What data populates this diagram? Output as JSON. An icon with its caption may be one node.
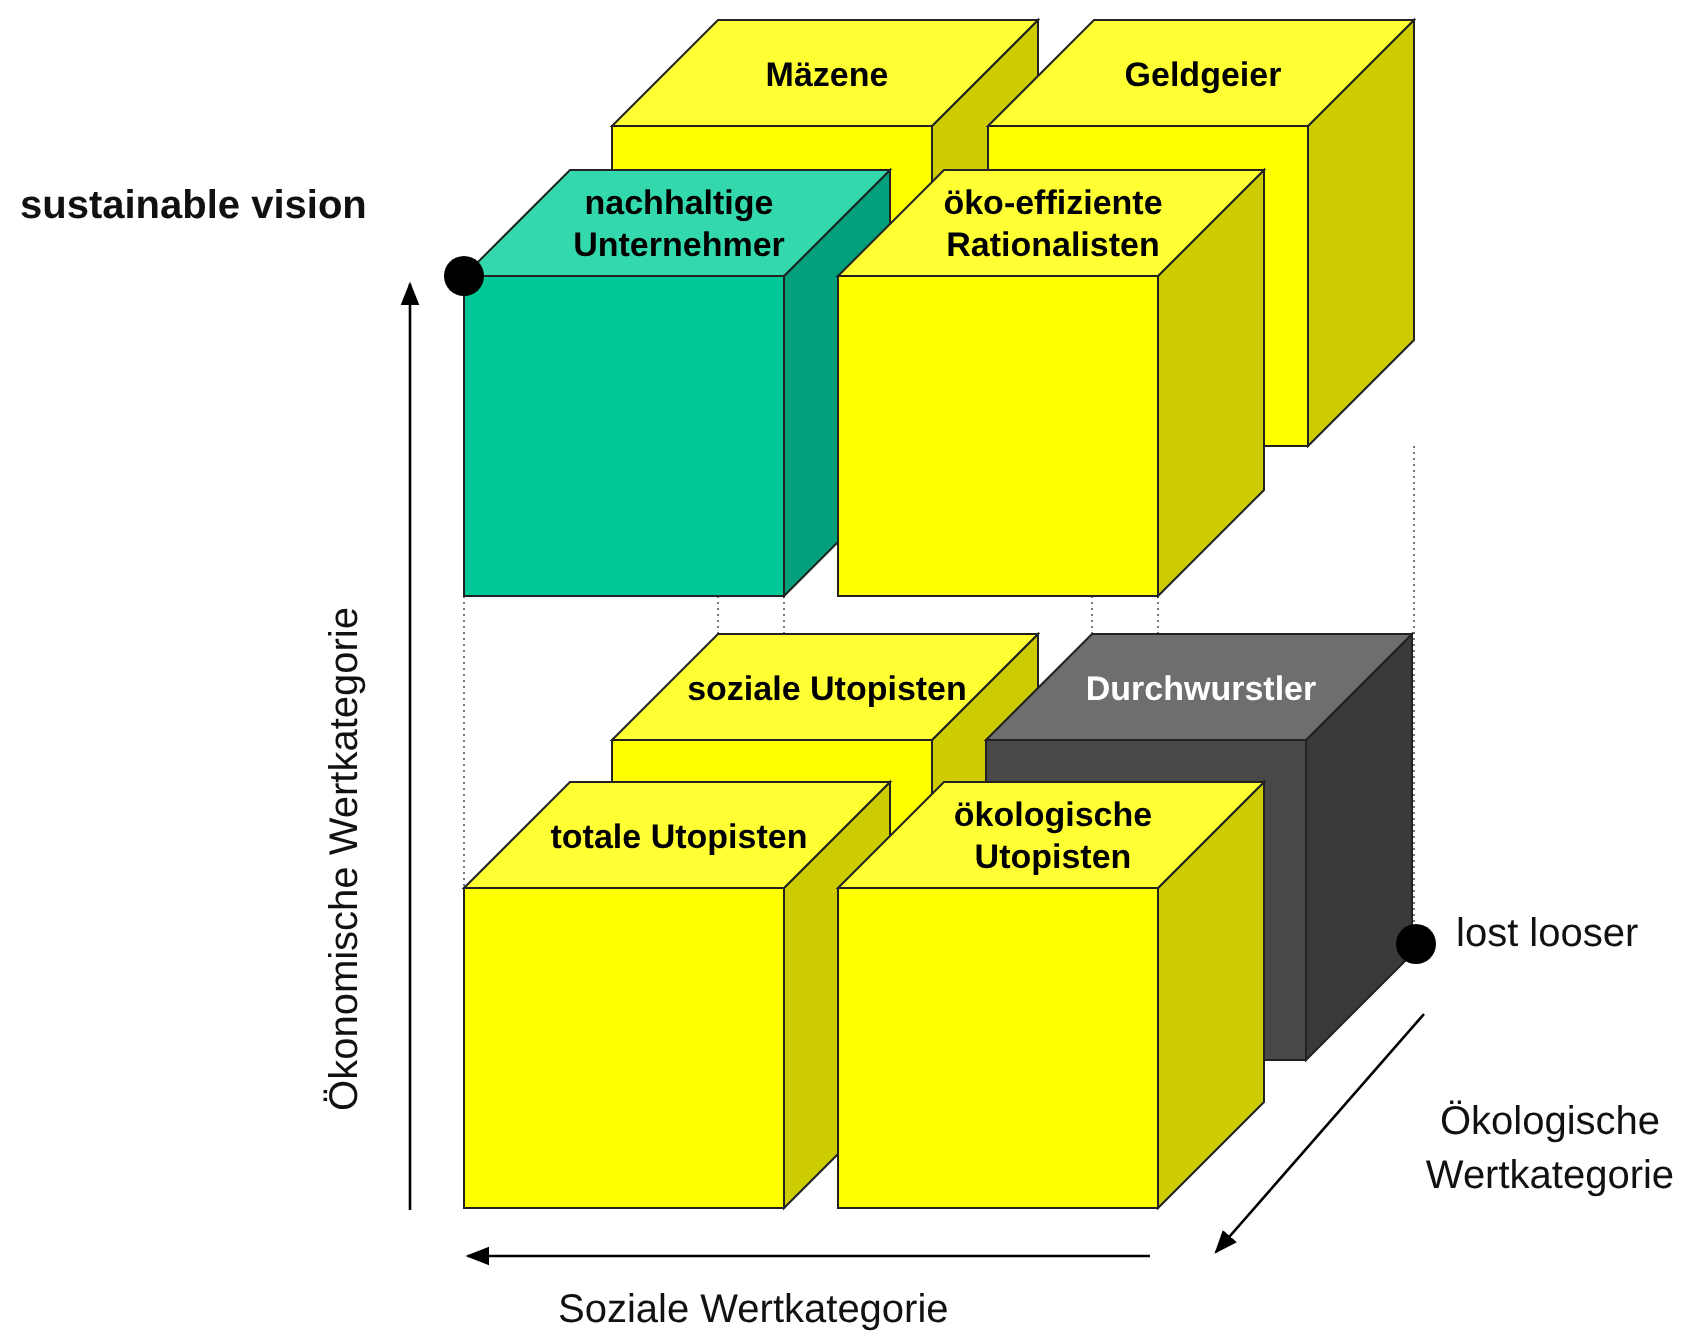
{
  "diagram": {
    "nodes": [
      {
        "text": [
          "Mäzene"
        ]
      },
      {
        "text": [
          "Geldgeier"
        ]
      },
      {
        "text": [
          "nachhaltige Unternehmer"
        ]
      },
      {
        "text": [
          "öko-effiziente Rationalisten"
        ]
      },
      {
        "text": [
          "soziale Utopisten"
        ]
      },
      {
        "text": [
          "Durchwurstler"
        ]
      },
      {
        "text": [
          "totale Utopisten"
        ]
      },
      {
        "text": [
          "ökologische Utopisten"
        ]
      }
    ],
    "labels": [
      "sustainable vision",
      "Ökonomische Wertkategorie",
      "lost looser",
      "Ökologische Wertkategorie",
      "Soziale Wertkategorie"
    ]
  }
}
